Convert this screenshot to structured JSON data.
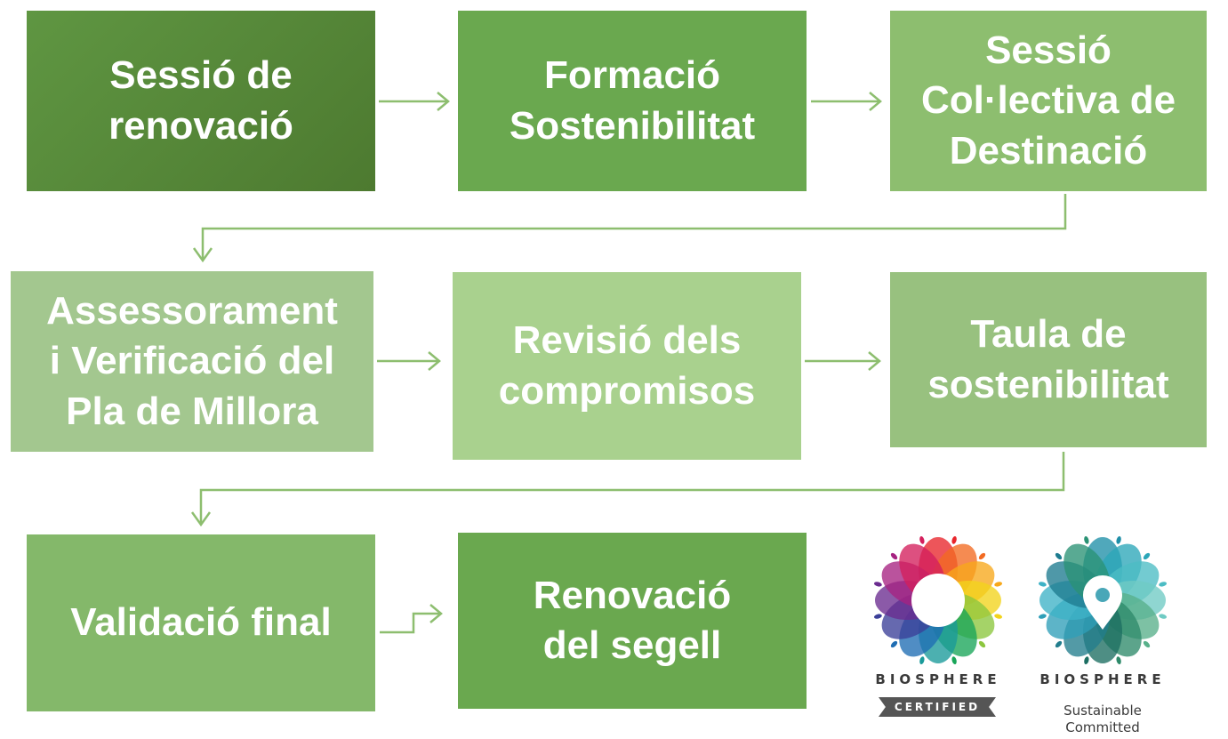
{
  "steps": {
    "step1": {
      "line1": "Sessió de",
      "line2": "renovació",
      "color": "#548235"
    },
    "step2": {
      "line1": "Formació",
      "line2": "Sostenibilitat",
      "color": "#6AA84F"
    },
    "step3": {
      "line1": "Sessió",
      "line2": "Col·lectiva de",
      "line3": "Destinació",
      "color": "#8DBE6F"
    },
    "step4": {
      "line1": "Assessorament",
      "line2": "i Verificació del",
      "line3": "Pla de Millora",
      "color": "#A3C78F"
    },
    "step5": {
      "line1": "Revisió dels",
      "line2": "compromisos",
      "color": "#A9D18E"
    },
    "step6": {
      "line1": "Taula de",
      "line2": "sostenibilitat",
      "color": "#98C17F"
    },
    "step7": {
      "line1": "Validació final",
      "color": "#84B86A"
    },
    "step8": {
      "line1": "Renovació",
      "line2": "del segell",
      "color": "#6AA84F"
    }
  },
  "connector_color": "#8DBE6F",
  "logos": {
    "certified": {
      "word": "BIOSPHERE",
      "ribbon": "CERTIFIED"
    },
    "committed": {
      "word": "BIOSPHERE",
      "sub1": "Sustainable",
      "sub2": "Committed"
    }
  }
}
